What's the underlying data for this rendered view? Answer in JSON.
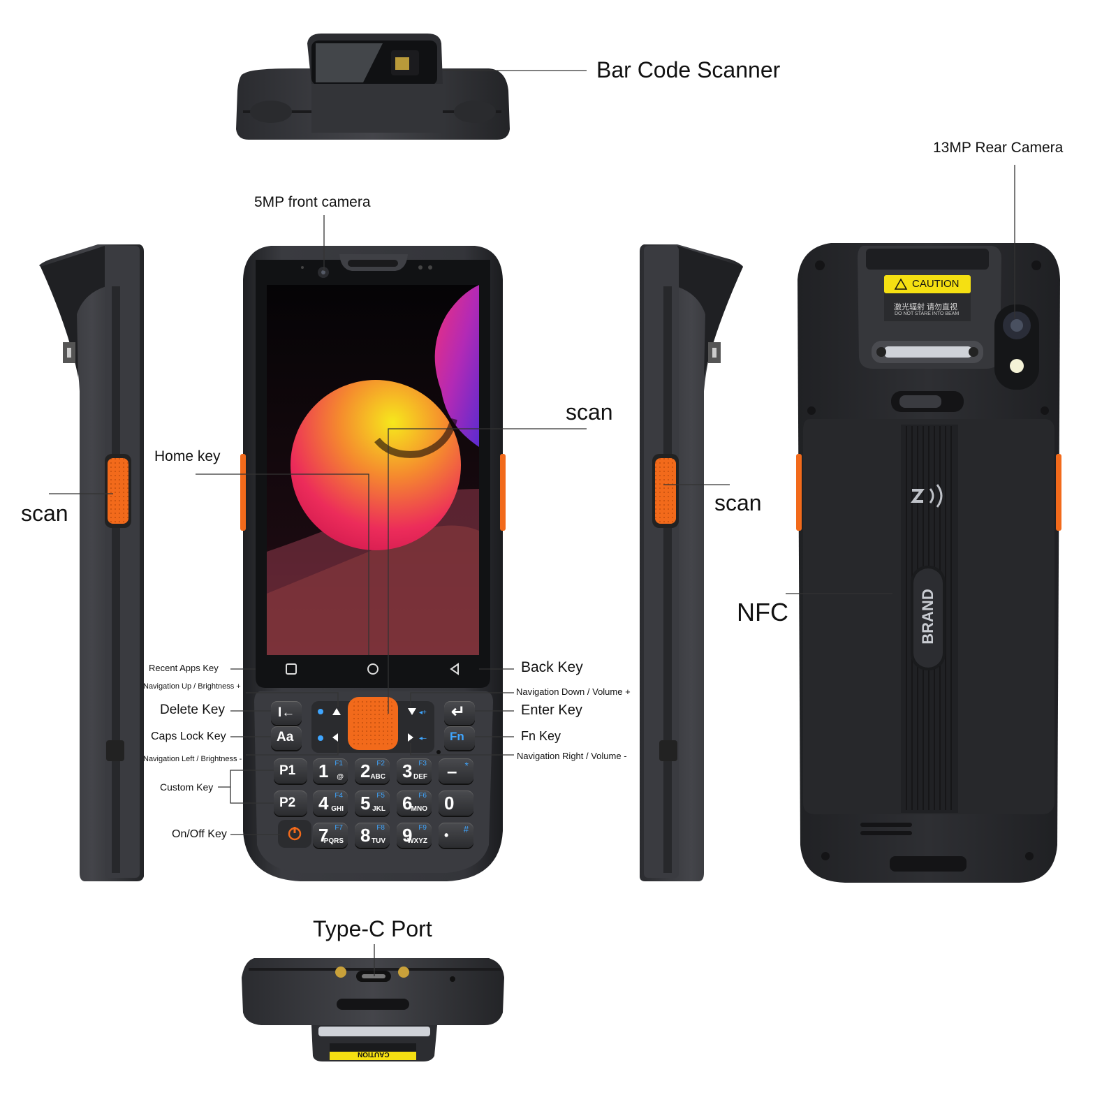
{
  "labels": {
    "bar_code_scanner": "Bar Code Scanner",
    "rear_camera": "13MP Rear Camera",
    "front_camera": "5MP front camera",
    "home_key": "Home key",
    "scan_left": "scan",
    "scan_center": "scan",
    "scan_right": "scan",
    "nfc": "NFC",
    "recent_apps_key": "Recent Apps Key",
    "nav_up": "Navigation Up / Brightness +",
    "delete_key": "Delete Key",
    "caps_lock_key": "Caps Lock Key",
    "nav_left": "Navigation Left / Brightness -",
    "custom_key": "Custom Key",
    "on_off_key": "On/Off Key",
    "back_key": "Back Key",
    "nav_down": "Navigation Down / Volume +",
    "enter_key": "Enter Key",
    "fn_key": "Fn Key",
    "nav_right": "Navigation Right / Volume -",
    "type_c_port": "Type-C Port"
  },
  "device": {
    "caution_label": "CAUTION",
    "caution_cn": "激光辐射 请勿直视",
    "caution_en": "DO NOT STARE INTO BEAM",
    "brand": "BRAND",
    "bottom_caution": "CAUTION"
  },
  "keypad": {
    "delete": "I←",
    "caps": "Aa",
    "enter": "↵",
    "fn": "Fn",
    "p1": "P1",
    "p2": "P2",
    "minus": "–",
    "minus_fn": "*",
    "dot": "•",
    "dot_fn": "#",
    "keys": [
      {
        "main": "1",
        "fn": "F1",
        "sub": "@"
      },
      {
        "main": "2",
        "fn": "F2",
        "sub": "ABC"
      },
      {
        "main": "3",
        "fn": "F3",
        "sub": "DEF"
      },
      {
        "main": "4",
        "fn": "F4",
        "sub": "GHI"
      },
      {
        "main": "5",
        "fn": "F5",
        "sub": "JKL"
      },
      {
        "main": "6",
        "fn": "F6",
        "sub": "MNO"
      },
      {
        "main": "7",
        "fn": "F7",
        "sub": "PQRS"
      },
      {
        "main": "8",
        "fn": "F8",
        "sub": "TUV"
      },
      {
        "main": "9",
        "fn": "F9",
        "sub": "WXYZ"
      },
      {
        "main": "0",
        "fn": "",
        "sub": ""
      }
    ]
  },
  "colors": {
    "body": "#2e2f33",
    "accent_orange": "#f26a1b",
    "caution_yellow": "#f5e012",
    "screen_pink": "#e8245a"
  }
}
